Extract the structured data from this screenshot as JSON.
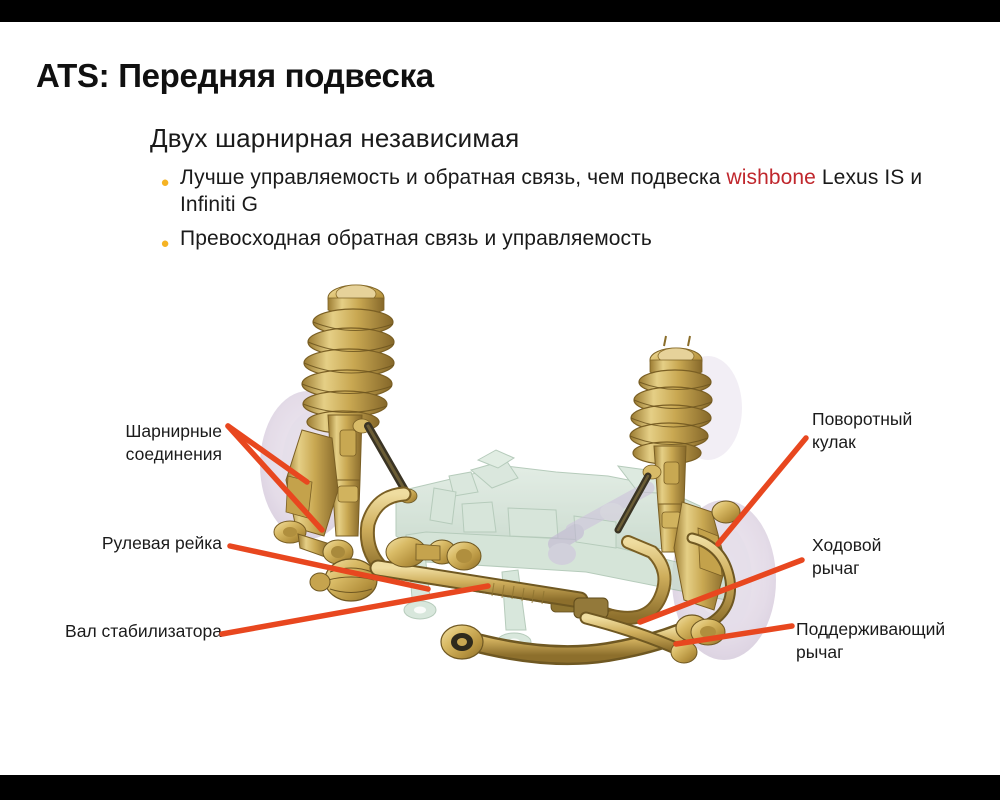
{
  "slide": {
    "title": "ATS: Передняя подвеска",
    "subtitle": "Двух шарнирная независимая",
    "bullets": [
      {
        "marker": "bullet-dot",
        "text_before": "Лучше управляемость и обратная связь, чем подвеска ",
        "highlight": "wishbone",
        "text_after": " Lexus IS и Infiniti G"
      },
      {
        "marker": "bullet-dot",
        "text": "Превосходная обратная связь и управляемость"
      }
    ]
  },
  "figure": {
    "alt_name": "front-suspension-3d-render",
    "description": "Трёхмерное изображение передней подвески автомобиля: две стойки с пружинами, подрамник, рулевая рейка, стабилизатор поперечной устойчивости и рычаги"
  },
  "callouts": {
    "ball_joints": "Шарнирные\nсоединения",
    "steering_rack": "Рулевая рейка",
    "stabilizer_shaft": "Вал стабилизатора",
    "steering_knuckle": "Поворотный\nкулак",
    "control_arm": "Ходовой\nрычаг",
    "support_arm": "Поддерживающий\nрычаг"
  },
  "colors": {
    "leader_line": "#E8471F",
    "bullet_marker": "#F5B324",
    "highlight_text": "#C0272D",
    "title_text": "#101010",
    "body_text": "#1a1a1a",
    "slide_background": "#ffffff",
    "letterbox": "#000000"
  }
}
